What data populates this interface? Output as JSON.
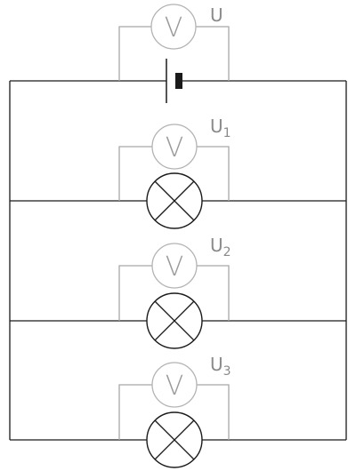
{
  "symbols": {
    "voltmeter_glyph": "V"
  },
  "labels": {
    "supply": {
      "base": "U",
      "sub": ""
    },
    "lamp_1": {
      "base": "U",
      "sub": "1"
    },
    "lamp_2": {
      "base": "U",
      "sub": "2"
    },
    "lamp_3": {
      "base": "U",
      "sub": "3"
    }
  },
  "colors": {
    "wire": "#1a1a1a",
    "meter": "#b3b3b3",
    "label": "#8a8a8a"
  }
}
